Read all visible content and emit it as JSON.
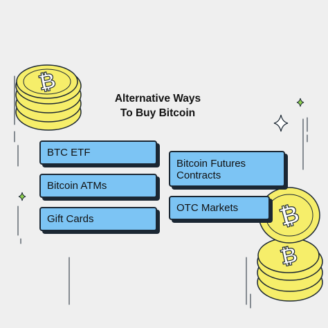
{
  "title": {
    "line1": "Alternative Ways",
    "line2": "To Buy Bitcoin"
  },
  "cards": [
    {
      "label": "BTC ETF"
    },
    {
      "label": "Bitcoin ATMs"
    },
    {
      "label": "Gift Cards"
    },
    {
      "label_line1": "Bitcoin Futures",
      "label_line2": "Contracts"
    },
    {
      "label": "OTC Markets"
    }
  ],
  "colors": {
    "background": "#efefef",
    "card": "#7cc4f4",
    "coin": "#f6ee6a",
    "outline": "#1b2733",
    "sparkle": "#8fd14f"
  },
  "icons": [
    "bitcoin-coin-icon",
    "sparkle-icon",
    "star-icon"
  ]
}
